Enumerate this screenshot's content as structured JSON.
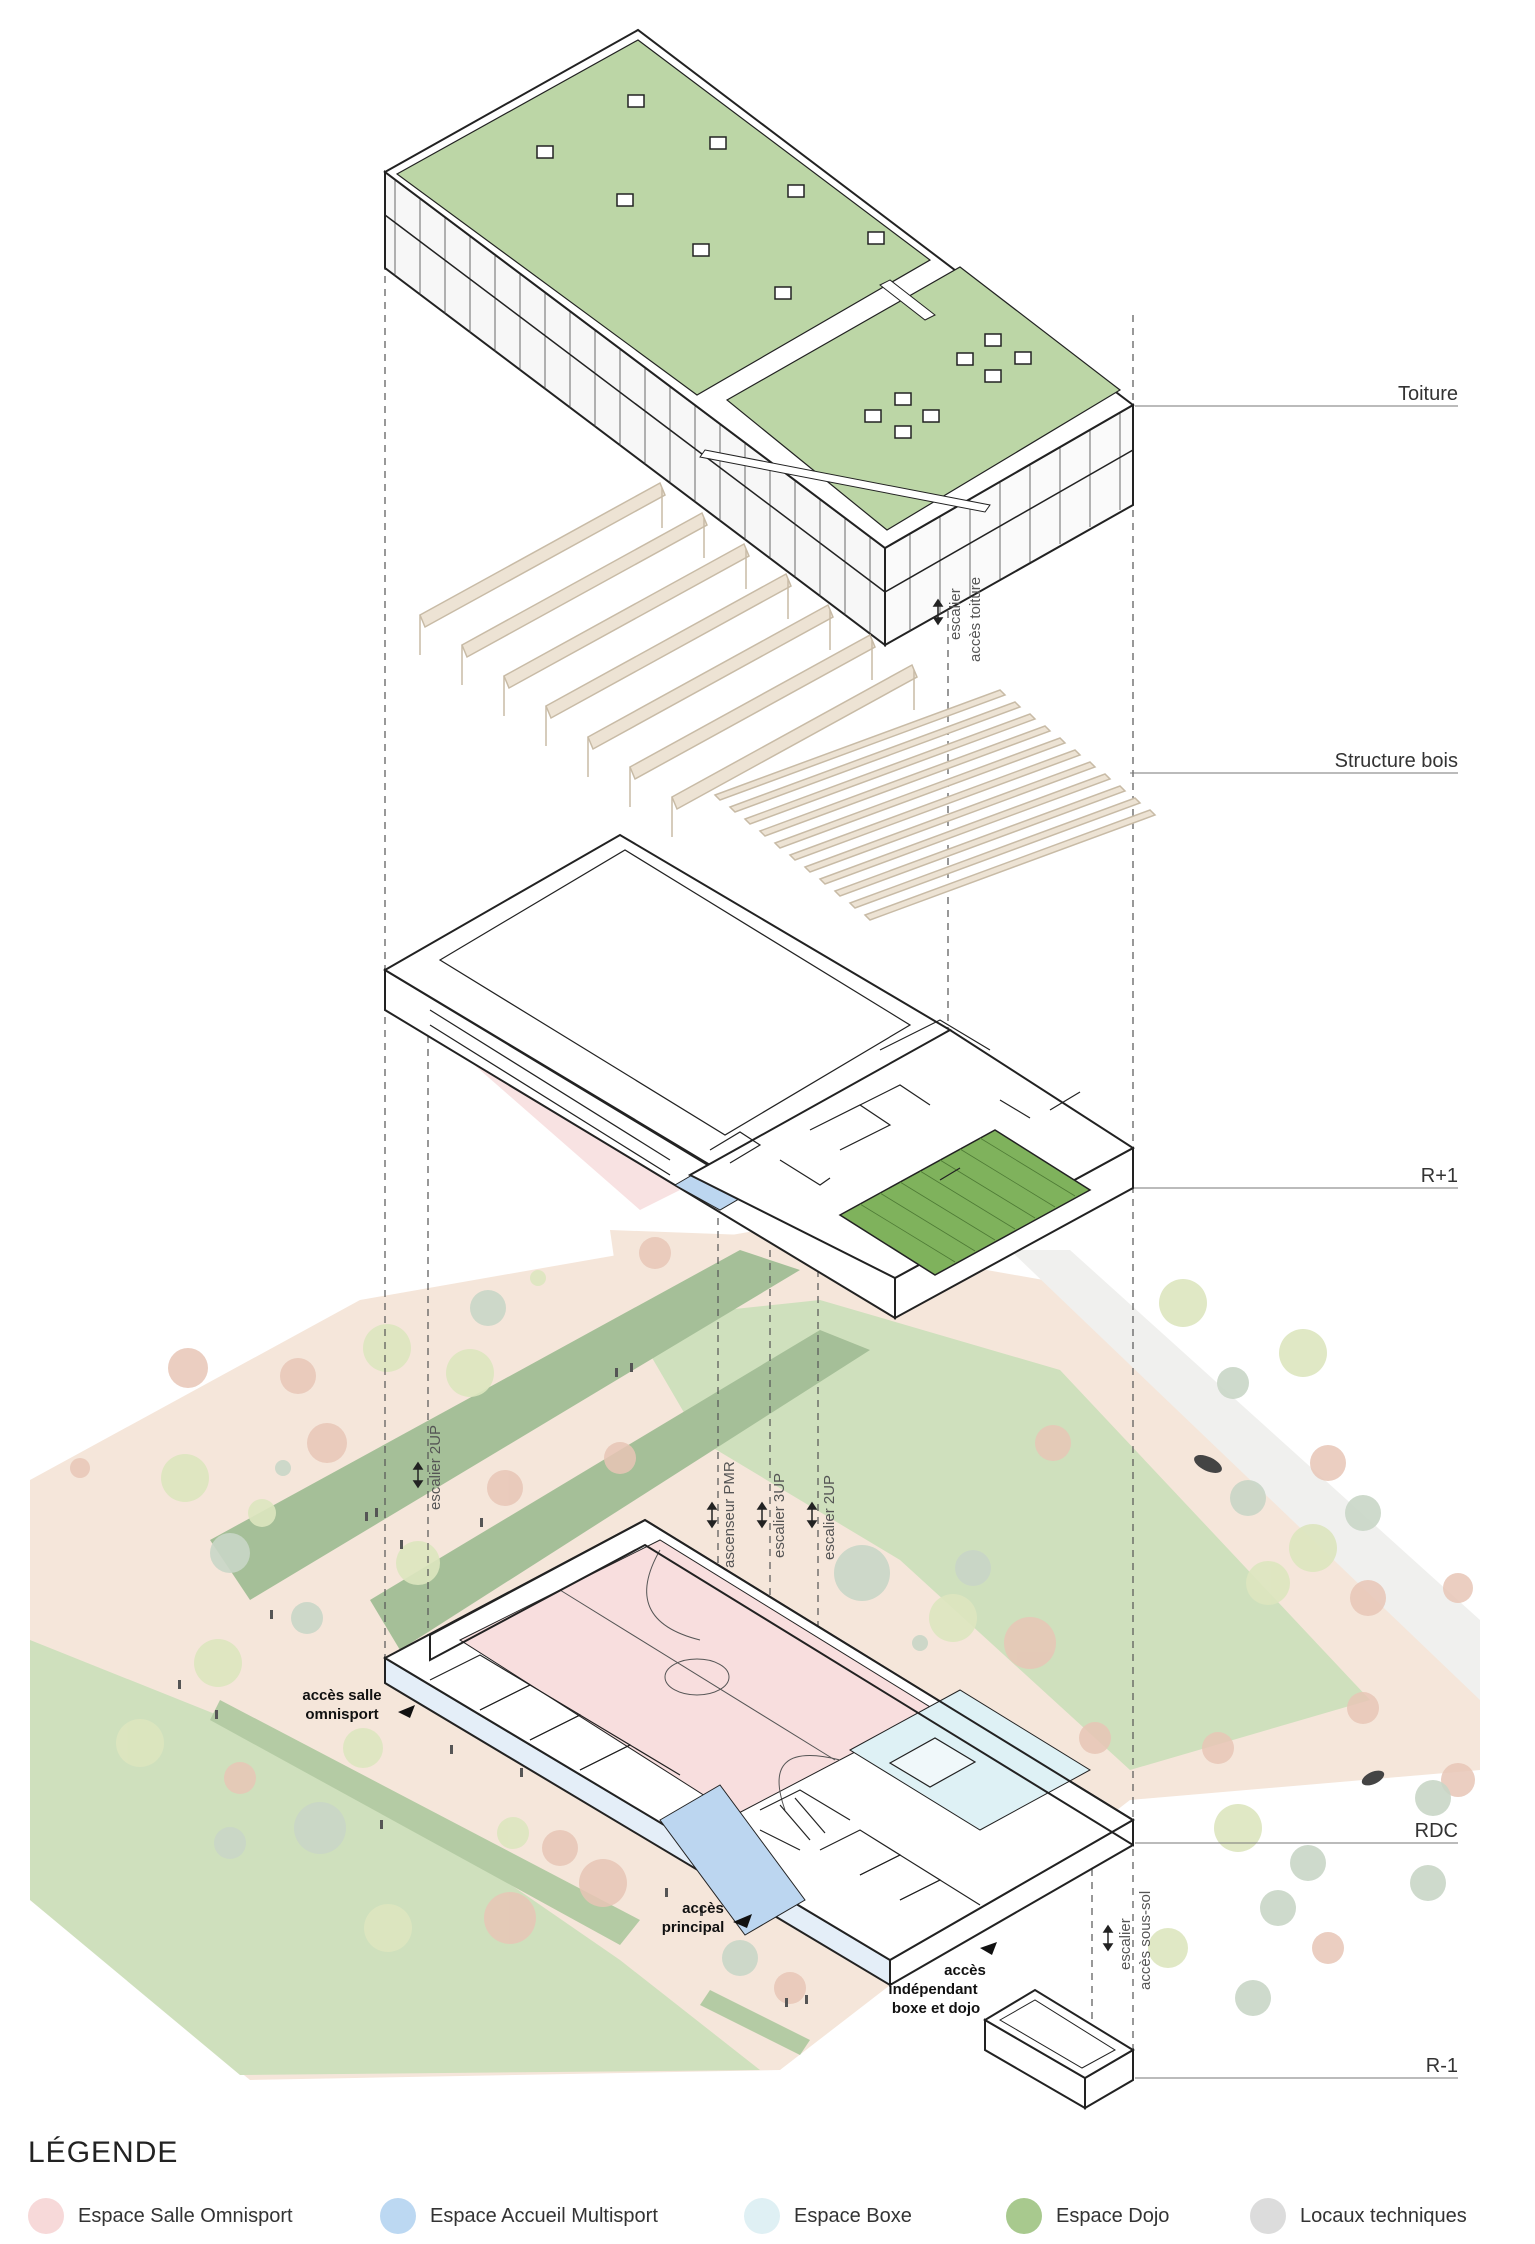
{
  "levels": {
    "roof": "Toiture",
    "structure": "Structure bois",
    "r1": "R+1",
    "rdc": "RDC",
    "rm1": "R-1"
  },
  "circulation": {
    "stair_roof_1": "escalier",
    "stair_roof_2": "accès toiture",
    "stair_2up": "escalier 2UP",
    "lift": "ascenseur PMR",
    "stair_3up": "escalier 3UP",
    "stair_2up_b": "escalier 2UP",
    "stair_base_1": "escalier",
    "stair_base_2": "accès sous-sol"
  },
  "access": {
    "omni_1": "accès salle",
    "omni_2": "omnisport",
    "main_1": "accès",
    "main_2": "principal",
    "indep_1": "accès",
    "indep_2": "indépendant",
    "indep_3": "boxe et dojo"
  },
  "legend": {
    "title": "LÉGENDE",
    "items": [
      {
        "label": "Espace Salle Omnisport",
        "color": "#f7d9d9"
      },
      {
        "label": "Espace Accueil Multisport",
        "color": "#bcd8f2"
      },
      {
        "label": "Espace Boxe",
        "color": "#dff0f4"
      },
      {
        "label": "Espace Dojo",
        "color": "#a8c98e"
      },
      {
        "label": "Locaux techniques",
        "color": "#dcdcdc"
      }
    ]
  },
  "colors": {
    "roof_green": "#bcd6a6",
    "dojo_green": "#7fb25c",
    "terrain_green": "#cfe0bd",
    "path_beige": "#f5e6da",
    "hedge_green": "#9fba92",
    "omni_pink": "#f8dede",
    "accueil_blue": "#bcd6f0",
    "boxe_blue": "#def1f5",
    "wood": "#ede3d4",
    "line": "#222222"
  }
}
